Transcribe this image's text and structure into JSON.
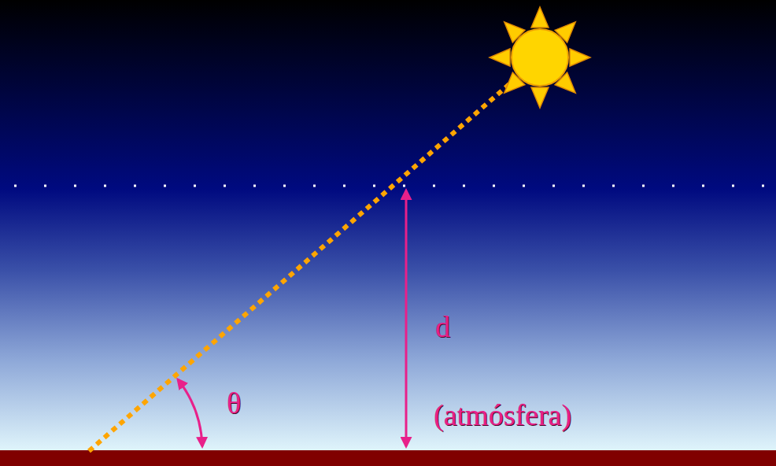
{
  "diagram": {
    "labels": [
      "θ",
      "d",
      "(atmósfera)"
    ]
  }
}
